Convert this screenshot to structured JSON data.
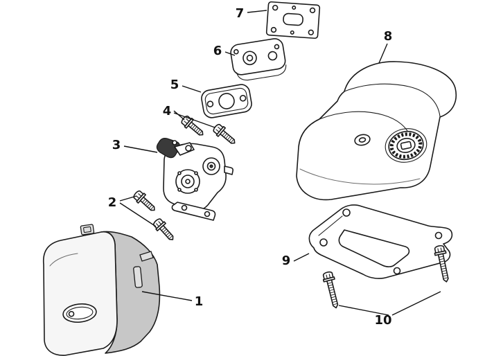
{
  "figure": {
    "type": "exploded-parts-diagram",
    "background": "#ffffff",
    "line_color": "#1a1a1a",
    "shade_light": "#f6f6f6",
    "shade_dark": "#c7c7c7"
  },
  "callouts": [
    {
      "label": "1",
      "part": "air-filter-cover"
    },
    {
      "label": "2",
      "part": "carburetor-mounting-bolts"
    },
    {
      "label": "3",
      "part": "carburetor"
    },
    {
      "label": "4",
      "part": "insulator-bolts"
    },
    {
      "label": "5",
      "part": "carburetor-gasket"
    },
    {
      "label": "6",
      "part": "insulator-block"
    },
    {
      "label": "7",
      "part": "intake-gasket-plate"
    },
    {
      "label": "8",
      "part": "fuel-tank"
    },
    {
      "label": "9",
      "part": "mounting-bracket"
    },
    {
      "label": "10",
      "part": "bracket-bolts"
    }
  ]
}
